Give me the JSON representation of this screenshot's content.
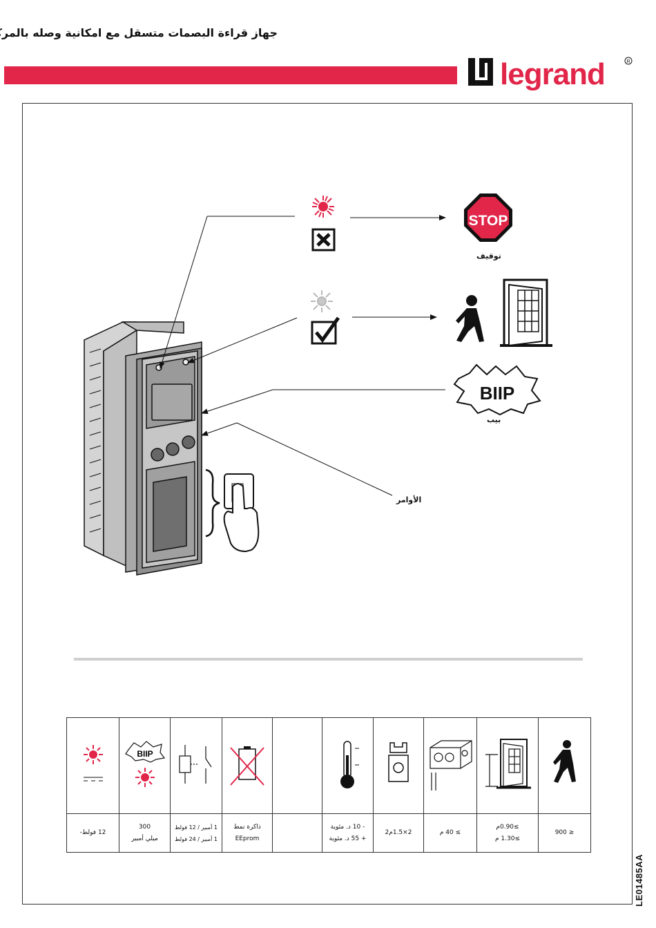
{
  "header": {
    "title": "جهاز قراءة البصمات متسقل مع امكانية وصله بالمركز",
    "brand": "legrand",
    "brand_color": "#e1264a"
  },
  "diagram": {
    "stop_sign_text": "STOP",
    "stop_label": "توقيف",
    "beep_text": "BIIP",
    "beep_label": "بيب",
    "commands_label": "الأوامر",
    "led_red_color": "#e1264a",
    "led_grey_color": "#b8b8b8"
  },
  "specs": {
    "columns": [
      {
        "icon": "led-dc-icon",
        "values": [
          "12 فولط-"
        ]
      },
      {
        "icon": "beep-led-icon",
        "values": [
          "300",
          "ميلي أمبير"
        ]
      },
      {
        "icon": "relay-icon",
        "values": [
          "1 أمبير / 12 فولط",
          "1 أمبير / 24 فولط"
        ]
      },
      {
        "icon": "no-battery-icon",
        "values": [
          "ذاكرة نمط",
          "EEprom"
        ]
      },
      {
        "icon": "empty",
        "values": []
      },
      {
        "icon": "thermometer-icon",
        "values": [
          "- 10 د. مئوية",
          "+ 55 د. مئوية"
        ]
      },
      {
        "icon": "terminal-icon",
        "values": [
          "2×1.5م2"
        ]
      },
      {
        "icon": "flush-box-icon",
        "values": [
          "≥  40 م"
        ]
      },
      {
        "icon": "door-height-icon",
        "values": [
          "≥0.90م",
          "≥1.30 م"
        ]
      },
      {
        "icon": "walking-person-icon",
        "values": [
          "≤ 900"
        ]
      }
    ]
  },
  "footer": {
    "doc_id": "LE01485AA"
  }
}
